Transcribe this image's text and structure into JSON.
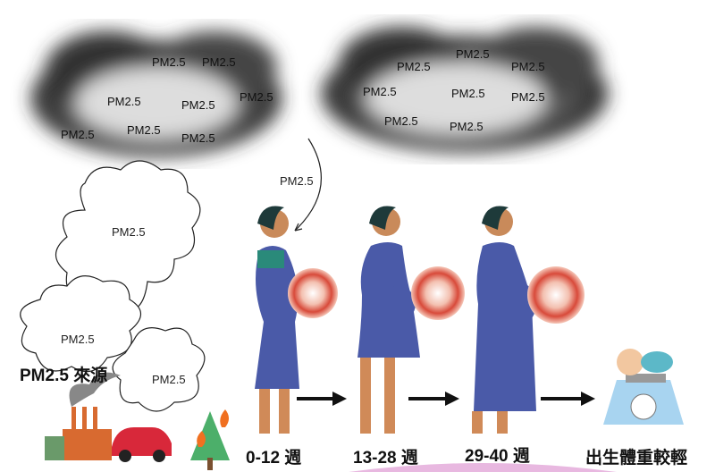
{
  "pollutant_label": "PM2.5",
  "source_title": "PM2.5 來源",
  "sources": [
    "factory",
    "car",
    "wildfire"
  ],
  "stages": [
    {
      "label": "0-12 週"
    },
    {
      "label": "13-28 週"
    },
    {
      "label": "29-40 週"
    }
  ],
  "outcome": "出生體重較輕",
  "colors": {
    "smog": "#3a3a3a",
    "dress": "#4a5aa8",
    "skin": "#d08a58",
    "womb": "#e8a090"
  }
}
